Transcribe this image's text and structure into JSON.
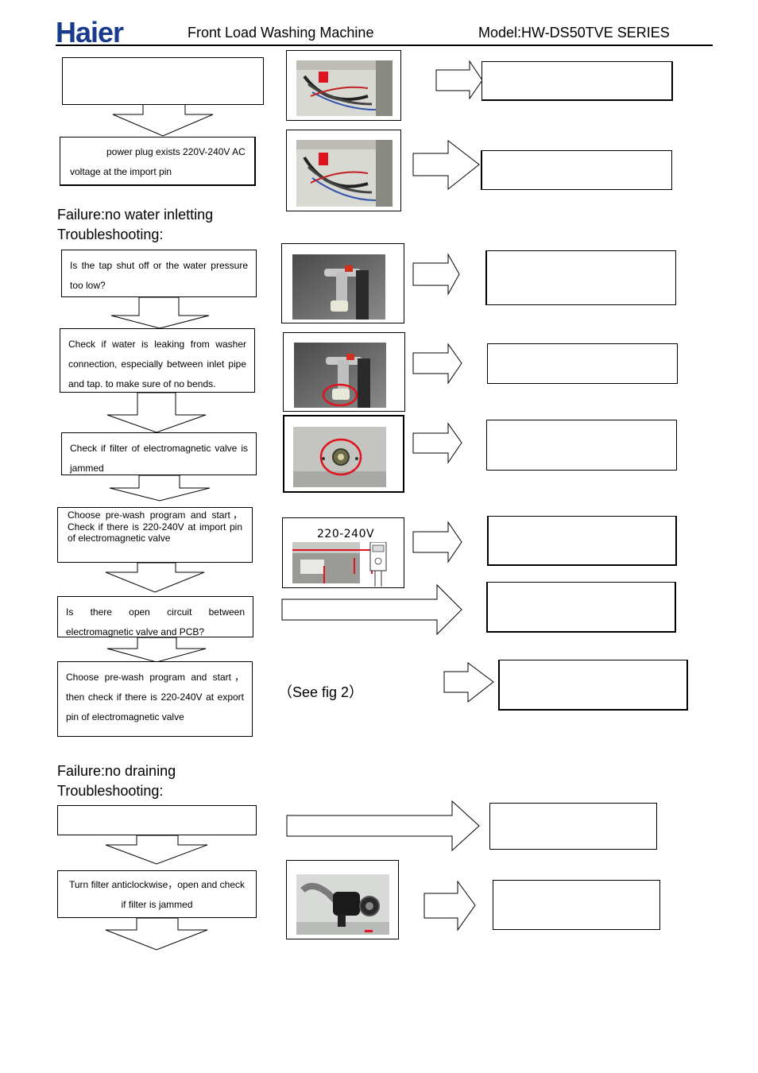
{
  "header": {
    "brand": "Haier",
    "doc_title": "Front Load Washing Machine",
    "model": "Model:HW-DS50TVE SERIES"
  },
  "section_power": {
    "step1": "",
    "step2_part1": "power plug exists 220V-240V AC",
    "step2_part2": "voltage at the import pin"
  },
  "section_water": {
    "failure": "Failure:no water inletting",
    "troubleshooting": "Troubleshooting:",
    "step1": "Is the tap shut off or the water pressure too low?",
    "step2": "Check if water is leaking from washer connection, especially between inlet pipe and tap. to make sure of no bends.",
    "step3": "Check if filter of electromagnetic valve is jammed",
    "step4": "Choose pre-wash program and start，Check if there is 220-240V at import pin of electromagnetic valve",
    "step5": "Is there open circuit between electromagnetic valve and PCB?",
    "step6": "Choose pre-wash program and start，then check if there is 220-240V at export pin of electromagnetic valve",
    "fig_ref": "（See fig 2）",
    "voltage_label": "220-240V"
  },
  "section_drain": {
    "failure": "Failure:no draining",
    "troubleshooting": "Troubleshooting:",
    "step1": "",
    "step2": "Turn filter anticlockwise，open and check if filter is jammed"
  },
  "colors": {
    "brand_blue": "#1a3a8c",
    "highlight_red": "#e0141e"
  }
}
